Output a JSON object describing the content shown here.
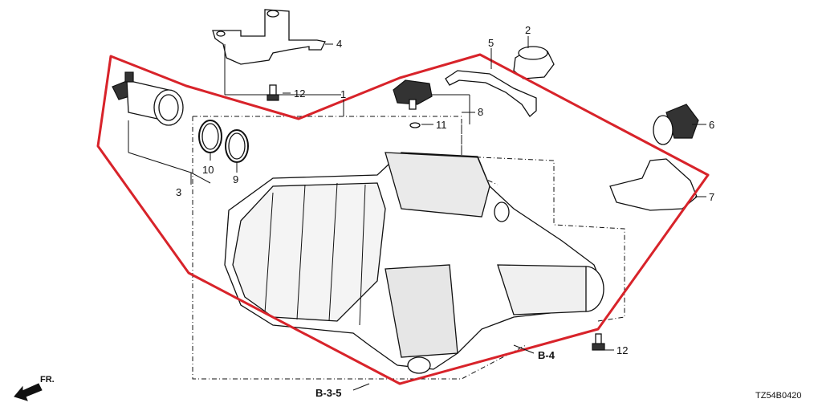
{
  "diagram": {
    "code": "TZ54B0420",
    "direction_label": "FR.",
    "highlight_color": "#d8232a",
    "refs": {
      "b4": "B-4",
      "b35": "B-3-5"
    },
    "parts": {
      "p1": "1",
      "p2": "2",
      "p3": "3",
      "p4": "4",
      "p5": "5",
      "p6": "6",
      "p7": "7",
      "p8": "8",
      "p9": "9",
      "p10": "10",
      "p11": "11",
      "p12a": "12",
      "p12b": "12"
    }
  }
}
